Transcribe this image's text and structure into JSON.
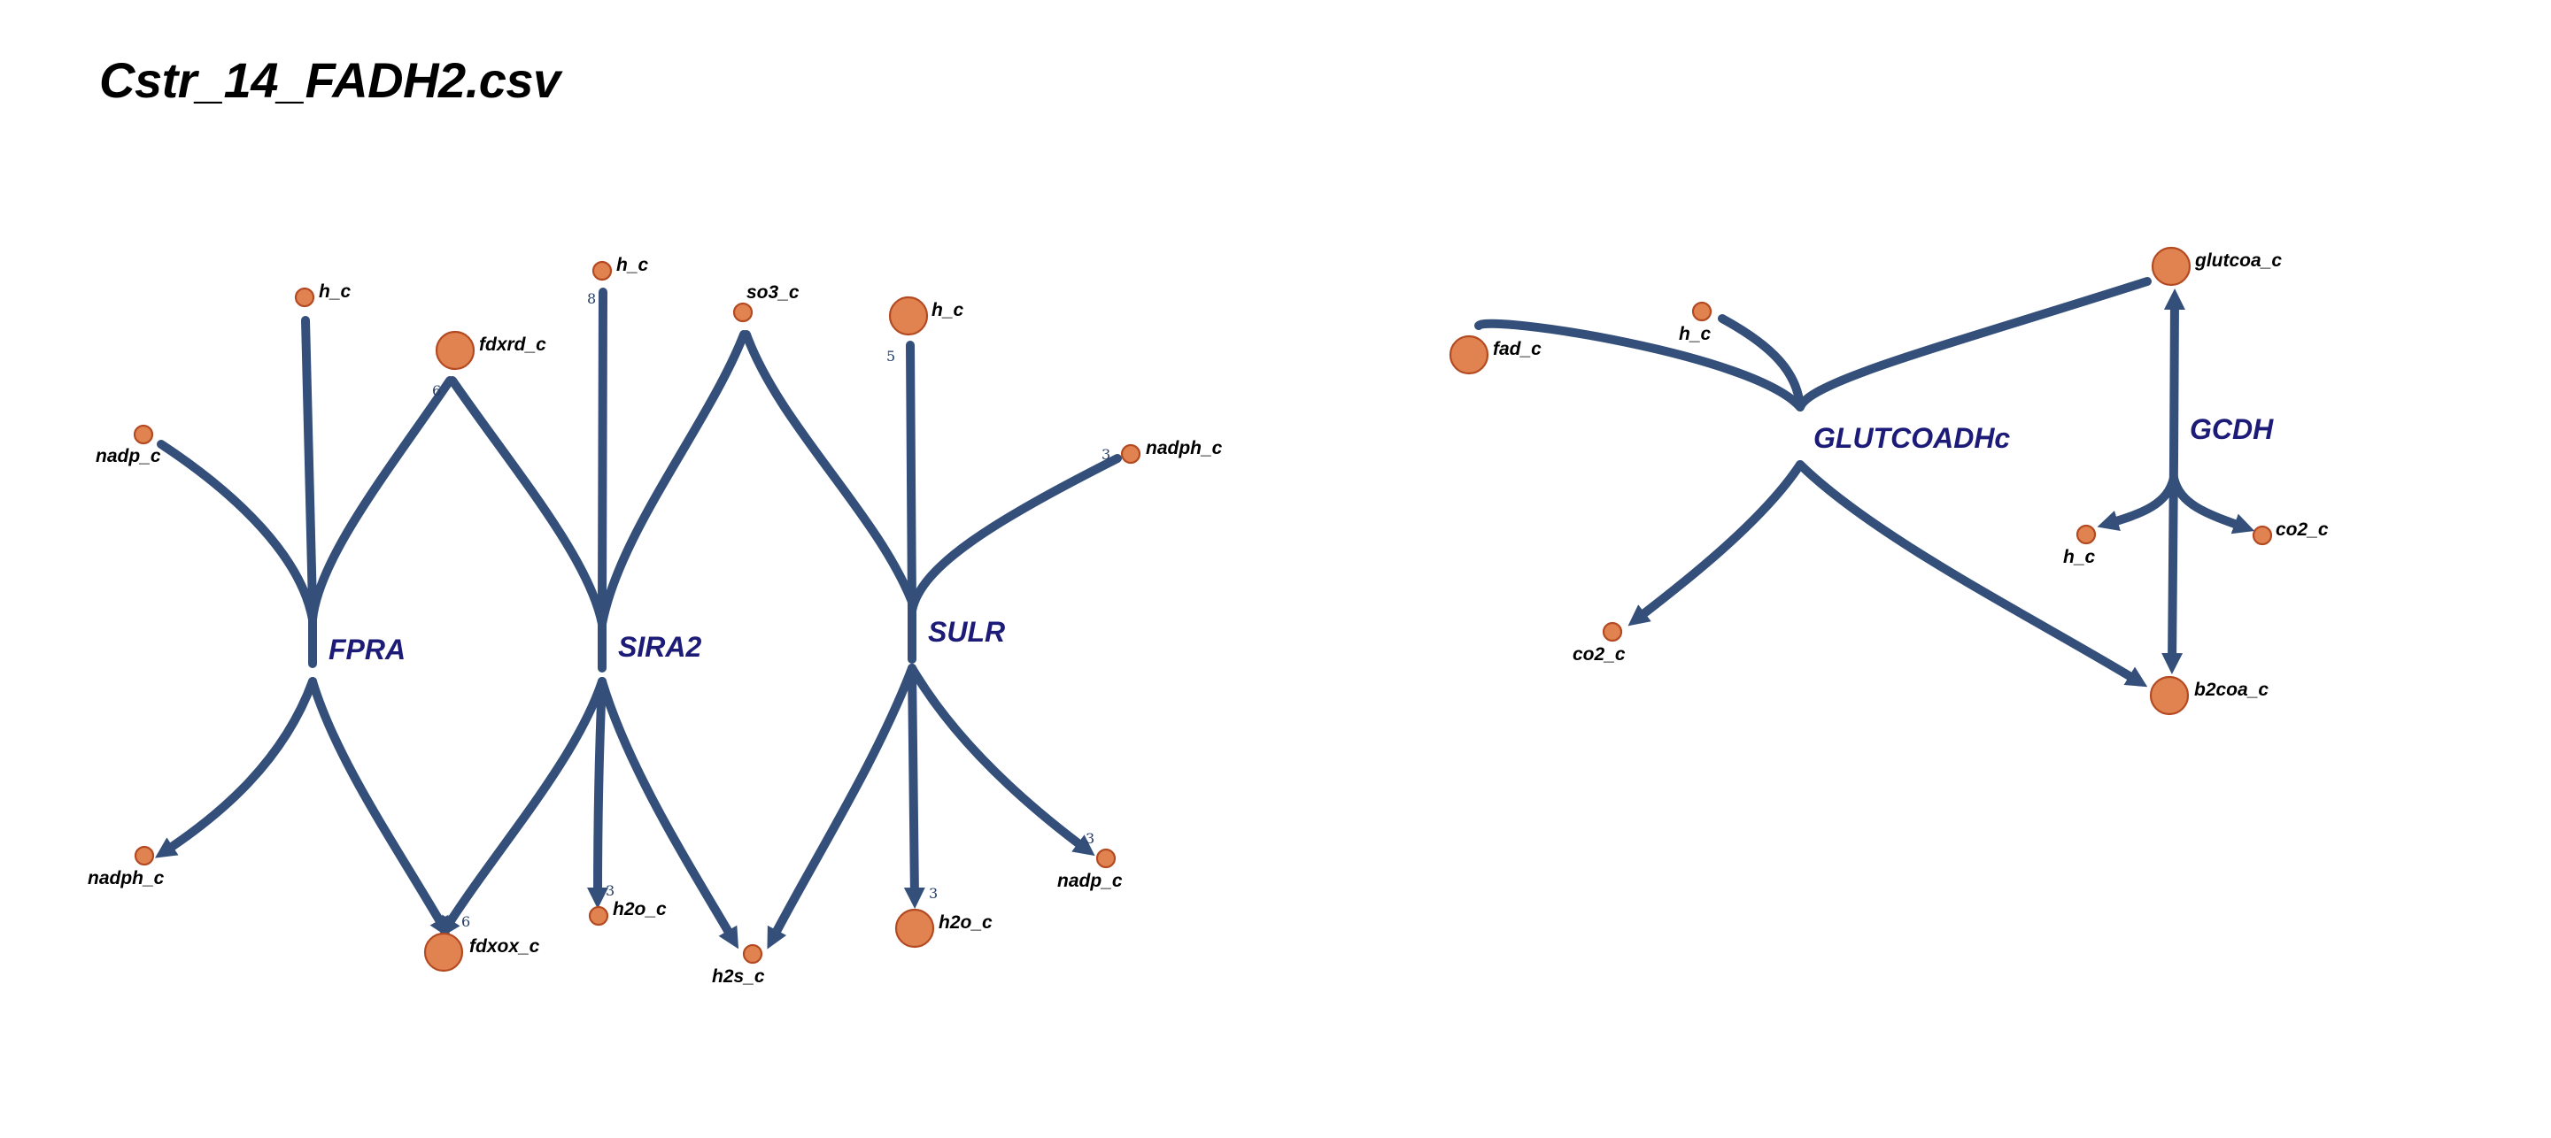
{
  "title": "Cstr_14_FADH2.csv",
  "colors": {
    "edge": "#34507a",
    "node_fill": "#e08350",
    "node_stroke": "#b44a22",
    "reaction_label": "#1c1c78",
    "coefficient": "#243c66"
  },
  "reactions": [
    {
      "id": "FPRA",
      "label": "FPRA"
    },
    {
      "id": "SIRA2",
      "label": "SIRA2"
    },
    {
      "id": "SULR",
      "label": "SULR"
    },
    {
      "id": "GLUTCOADHc",
      "label": "GLUTCOADHc"
    },
    {
      "id": "GCDH",
      "label": "GCDH"
    }
  ],
  "metabolites": [
    {
      "id": "m1",
      "label": "h_c"
    },
    {
      "id": "m2",
      "label": "fdxrd_c"
    },
    {
      "id": "m3",
      "label": "nadp_c"
    },
    {
      "id": "m4",
      "label": "nadph_c"
    },
    {
      "id": "m5",
      "label": "fdxox_c"
    },
    {
      "id": "m6",
      "label": "h_c"
    },
    {
      "id": "m7",
      "label": "so3_c"
    },
    {
      "id": "m8",
      "label": "h2o_c"
    },
    {
      "id": "m9",
      "label": "h2s_c"
    },
    {
      "id": "m10",
      "label": "h_c"
    },
    {
      "id": "m11",
      "label": "nadph_c"
    },
    {
      "id": "m12",
      "label": "h2o_c"
    },
    {
      "id": "m13",
      "label": "nadp_c"
    },
    {
      "id": "m14",
      "label": "fad_c"
    },
    {
      "id": "m15",
      "label": "h_c"
    },
    {
      "id": "m16",
      "label": "co2_c"
    },
    {
      "id": "m17",
      "label": "glutcoa_c"
    },
    {
      "id": "m18",
      "label": "b2coa_c"
    },
    {
      "id": "m19",
      "label": "h_c"
    },
    {
      "id": "m20",
      "label": "co2_c"
    }
  ],
  "coefficients": [
    {
      "id": "c1",
      "text": "6"
    },
    {
      "id": "c2",
      "text": "6"
    },
    {
      "id": "c3",
      "text": "8"
    },
    {
      "id": "c4",
      "text": "3"
    },
    {
      "id": "c5",
      "text": "5"
    },
    {
      "id": "c6",
      "text": "3"
    },
    {
      "id": "c7",
      "text": "3"
    },
    {
      "id": "c8",
      "text": "3"
    }
  ]
}
